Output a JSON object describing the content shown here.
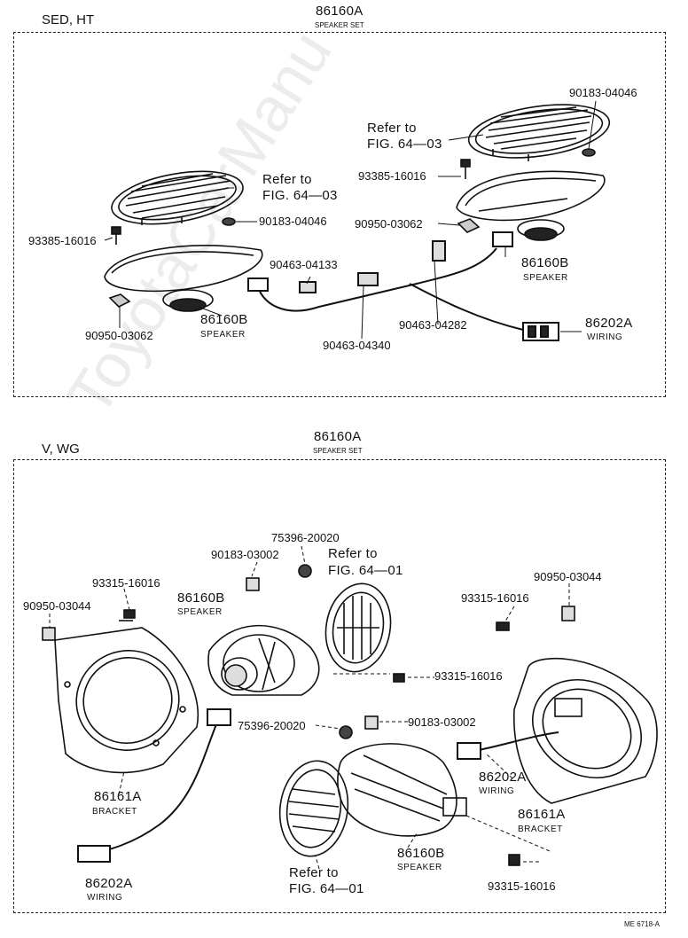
{
  "watermark": "ToyotaCarManu",
  "sections": {
    "top": {
      "header": "SED, HT",
      "set_number": "86160A",
      "set_label": "SPEAKER SET",
      "labels": {
        "p_90183_r": "90183-04046",
        "refer_r_1": "Refer to",
        "refer_r_2": "FIG. 64—03",
        "p_93385_r": "93385-16016",
        "refer_l_1": "Refer to",
        "refer_l_2": "FIG. 64—03",
        "p_90183_l": "90183-04046",
        "p_90950_r": "90950-03062",
        "p_93385_l": "93385-16016",
        "p_90463_04133": "90463-04133",
        "spk_r_num": "86160B",
        "spk_r_lbl": "SPEAKER",
        "p_90463_04282": "90463-04282",
        "spk_l_num": "86160B",
        "spk_l_lbl": "SPEAKER",
        "wiring_num": "86202A",
        "wiring_lbl": "WIRING",
        "p_90950_l": "90950-03062",
        "p_90463_04340": "90463-04340"
      }
    },
    "bottom": {
      "header": "V, WG",
      "set_number": "86160A",
      "set_label": "SPEAKER SET",
      "labels": {
        "p_75396_t": "75396-20020",
        "p_90183_t": "90183-03002",
        "refer_t_1": "Refer to",
        "refer_t_2": "FIG. 64—01",
        "p_90950_r": "90950-03044",
        "p_93315_l": "93315-16016",
        "spk_t_num": "86160B",
        "spk_t_lbl": "SPEAKER",
        "p_90950_l": "90950-03044",
        "p_93315_r": "93315-16016",
        "p_93315_m": "93315-16016",
        "p_75396_m": "75396-20020",
        "p_90183_m": "90183-03002",
        "wiring_r_num": "86202A",
        "wiring_r_lbl": "WIRING",
        "bracket_l_num": "86161A",
        "bracket_l_lbl": "BRACKET",
        "bracket_r_num": "86161A",
        "bracket_r_lbl": "BRACKET",
        "refer_b_1": "Refer to",
        "refer_b_2": "FIG. 64—01",
        "spk_b_num": "86160B",
        "spk_b_lbl": "SPEAKER",
        "wiring_l_num": "86202A",
        "wiring_l_lbl": "WIRING",
        "p_93315_b": "93315-16016"
      }
    }
  },
  "footer_code": "ME 6718-A"
}
